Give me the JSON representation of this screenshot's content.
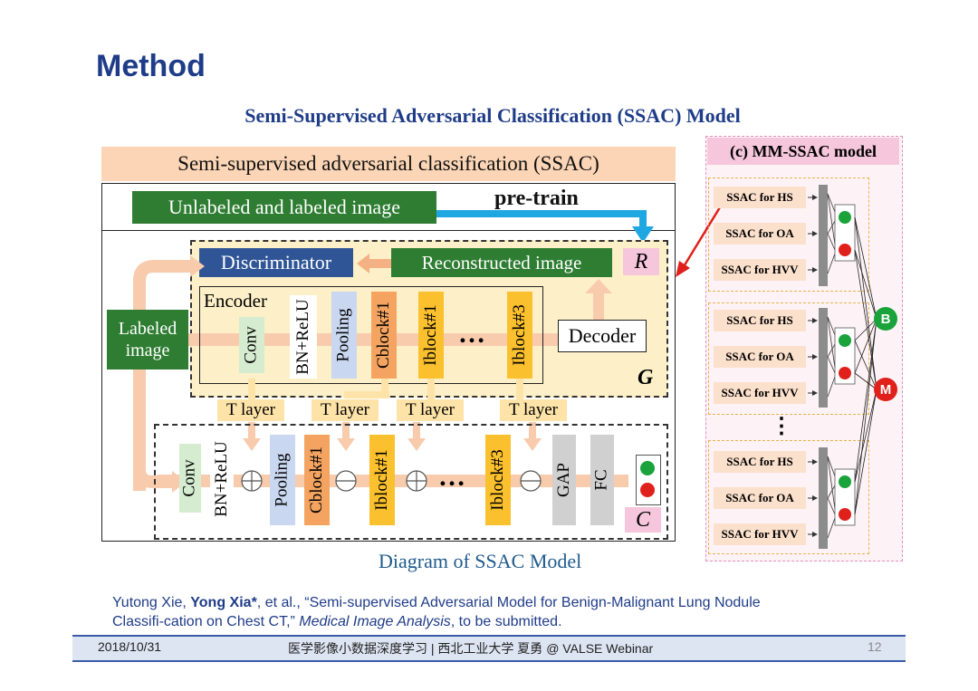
{
  "slide": {
    "title": "Method",
    "subtitle": "Semi-Supervised Adversarial Classification (SSAC) Model"
  },
  "diagram": {
    "header": "Semi-supervised adversarial classification (SSAC)",
    "unlabeled_box": "Unlabeled and labeled image",
    "pretrain": "pre-train",
    "discriminator": "Discriminator",
    "reconstructed": "Reconstructed image",
    "r_label": "R",
    "g_label": "G",
    "c_label": "C",
    "labeled_image": "Labeled image",
    "encoder": "Encoder",
    "decoder": "Decoder",
    "enc_blocks": [
      "Conv",
      "BN+ReLU",
      "Pooling",
      "Cblock#1",
      "Iblock#1",
      "Iblock#3"
    ],
    "ellipsis": "…",
    "t_layers": [
      "T layer",
      "T layer",
      "T layer",
      "T layer"
    ],
    "cls_blocks": [
      "Conv",
      "BN+ReLU",
      "Pooling",
      "Cblock#1",
      "Iblock#1",
      "Iblock#3",
      "GAP",
      "FC"
    ],
    "caption": "Diagram of SSAC Model",
    "colors": {
      "green": "#2e7d32",
      "blue": "#2f5597",
      "orange": "#f4a460",
      "peach": "#fbd5b5",
      "cyan": "#1ea7e1",
      "red": "#e0201b",
      "pink": "#f5c6dc"
    }
  },
  "mm_ssac": {
    "header": "(c) MM-SSAC model",
    "groups": [
      [
        "SSAC for HS",
        "SSAC for OA",
        "SSAC for HVV"
      ],
      [
        "SSAC for HS",
        "SSAC for OA",
        "SSAC for HVV"
      ],
      [
        "SSAC for HS",
        "SSAC for OA",
        "SSAC for HVV"
      ]
    ],
    "vdots": "⋮",
    "out_b": "B",
    "out_m": "M"
  },
  "citation": {
    "author1": "Yutong Xie, ",
    "author2": "Yong Xia*",
    "rest1": ", et al., “Semi-supervised Adversarial Model for Benign-Malignant Lung Nodule",
    "rest2": "Classifi-cation on Chest CT,” ",
    "journal": "Medical Image Analysis",
    "rest3": ", to be submitted."
  },
  "footer": {
    "date": "2018/10/31",
    "center": "医学影像小数据深度学习 | 西北工业大学 夏勇 @ VALSE Webinar",
    "page": "12"
  }
}
